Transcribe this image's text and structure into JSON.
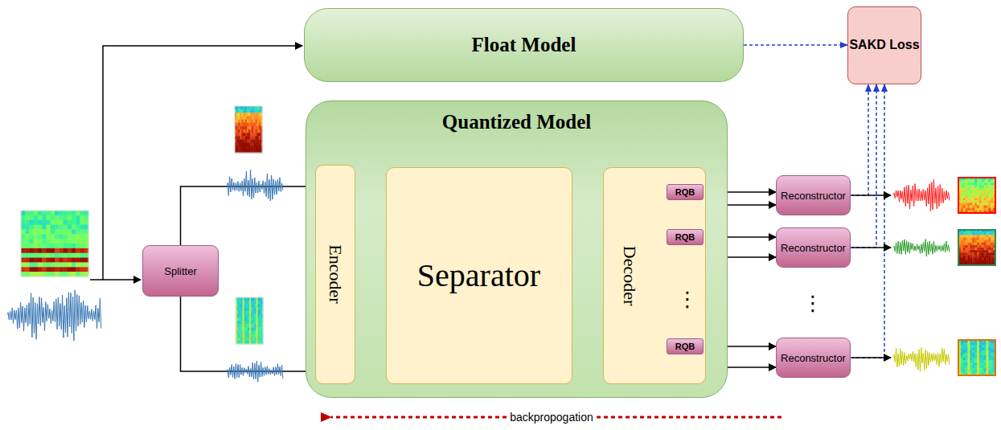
{
  "diagram": {
    "nodes": [
      {
        "text": [
          "Float Model"
        ]
      },
      {
        "text": [
          "SAKD Loss"
        ]
      },
      {
        "text": [
          "Splitter"
        ]
      },
      {
        "text": [
          "Quantized Model"
        ]
      },
      {
        "text": [
          "Encoder"
        ],
        "in": 3
      },
      {
        "text": [
          "Separator"
        ],
        "in": 3
      },
      {
        "text": [
          "Decoder"
        ],
        "in": 3
      },
      {
        "text": [
          "RQB"
        ],
        "in": 6
      },
      {
        "text": [
          "RQB"
        ],
        "in": 6
      },
      {
        "text": [
          "RQB"
        ],
        "in": 6
      },
      {
        "text": [
          "Reconstructor"
        ]
      },
      {
        "text": [
          "Reconstructor"
        ]
      },
      {
        "text": [
          "Reconstructor"
        ]
      }
    ],
    "edges": [
      {
        "from": 2,
        "to": 4,
        "arrow": "to"
      },
      {
        "from": 2,
        "to": 4,
        "arrow": "to"
      },
      {
        "from": 4,
        "to": 5,
        "arrow": "to"
      },
      {
        "from": 5,
        "to": 6,
        "arrow": "to"
      },
      {
        "from": 0,
        "to": 1,
        "arrow": "to"
      },
      {
        "from": 7,
        "to": 10,
        "arrow": "to"
      },
      {
        "from": 8,
        "to": 11,
        "arrow": "to"
      },
      {
        "from": 9,
        "to": 12,
        "arrow": "to"
      },
      {
        "from": 3,
        "to": 10,
        "arrow": "to"
      },
      {
        "from": 3,
        "to": 11,
        "arrow": "to"
      },
      {
        "from": 3,
        "to": 12,
        "arrow": "to"
      },
      {
        "from": 10,
        "to": 1,
        "arrow": "to"
      },
      {
        "from": 11,
        "to": 1,
        "arrow": "to"
      },
      {
        "from": 12,
        "to": 1,
        "arrow": "to"
      }
    ],
    "labels": [
      "⋮",
      "⋮",
      "backpropogation"
    ]
  }
}
